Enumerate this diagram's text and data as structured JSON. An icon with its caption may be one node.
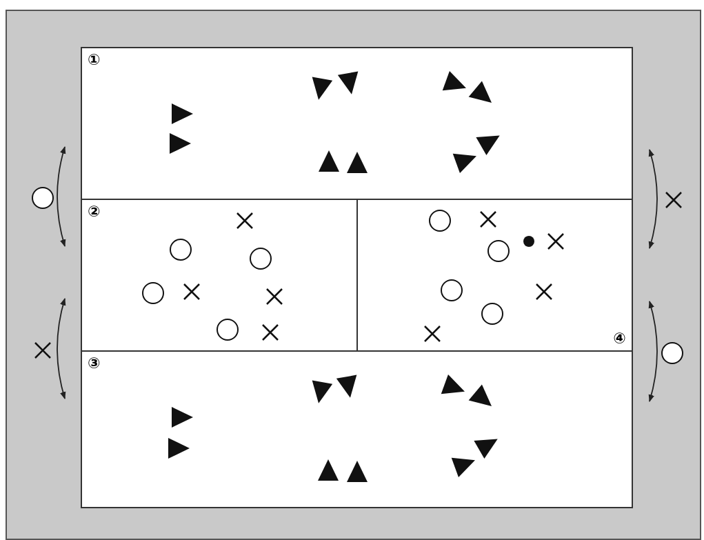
{
  "diagram": {
    "nodes": [
      {
        "text": [
          "①"
        ]
      },
      {
        "text": [
          "②"
        ]
      },
      {
        "text": [
          "④"
        ]
      },
      {
        "text": [
          "③"
        ]
      }
    ]
  }
}
